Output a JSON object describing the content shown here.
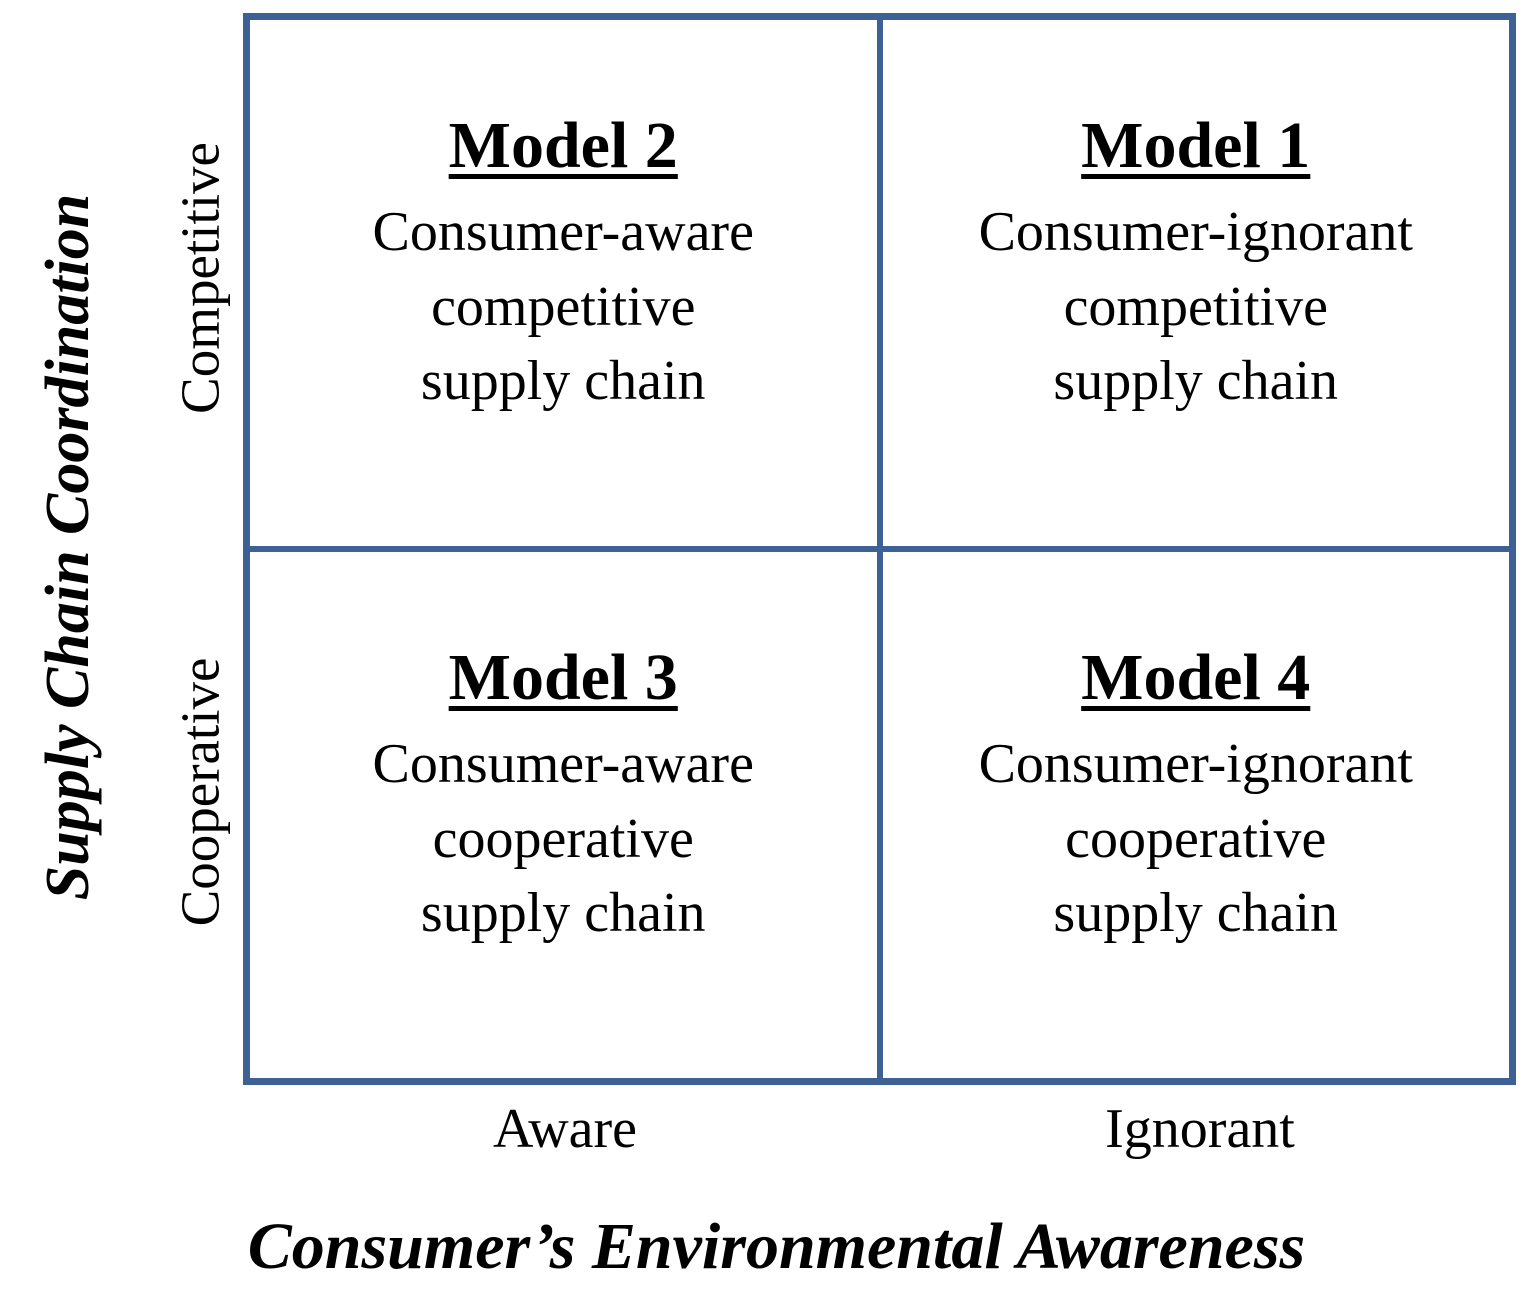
{
  "figure": {
    "type": "2x2-matrix",
    "frame_color": "#3d6095"
  },
  "y_axis": {
    "title": "Supply Chain Coordination",
    "ticks": [
      {
        "label": "Competitive"
      },
      {
        "label": "Cooperative"
      }
    ]
  },
  "x_axis": {
    "title": "Consumer’s Environmental Awareness",
    "ticks": [
      {
        "label": "Aware"
      },
      {
        "label": "Ignorant"
      }
    ]
  },
  "quadrants": [
    {
      "position": "top-left",
      "title": "Model 2",
      "lines": [
        "Consumer-aware",
        "competitive",
        "supply  chain"
      ]
    },
    {
      "position": "top-right",
      "title": "Model 1",
      "lines": [
        "Consumer-ignorant",
        "competitive",
        "supply  chain"
      ]
    },
    {
      "position": "bottom-left",
      "title": "Model 3",
      "lines": [
        "Consumer-aware",
        "cooperative",
        "supply  chain"
      ]
    },
    {
      "position": "bottom-right",
      "title": "Model 4",
      "lines": [
        "Consumer-ignorant",
        "cooperative",
        "supply  chain"
      ]
    }
  ]
}
